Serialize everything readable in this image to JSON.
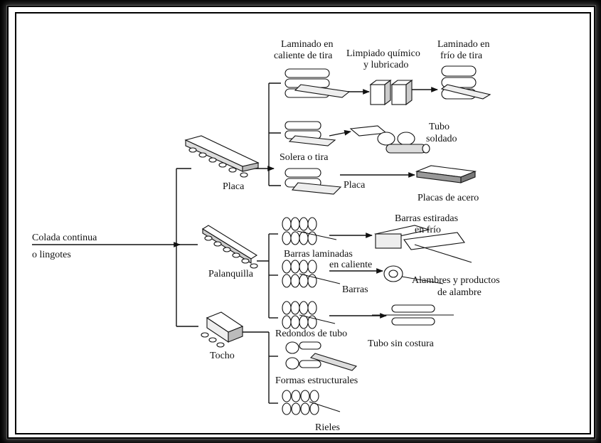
{
  "diagram": {
    "input": [
      "Colada continua",
      "o lingotes"
    ],
    "semis": {
      "placa": "Placa",
      "palanquilla": "Palanquilla",
      "tocho": "Tocho"
    },
    "placa_products": {
      "laminado_caliente": [
        "Laminado en",
        "caliente de tira"
      ],
      "limpiado": [
        "Limpiado químico",
        "y lubricado"
      ],
      "laminado_frio": [
        "Laminado en",
        "frío de tira"
      ],
      "tubo_soldado": [
        "Tubo",
        "soldado"
      ],
      "solera": "Solera o tira",
      "placa_roll": "Placa",
      "placas_acero": "Placas de acero"
    },
    "palanquilla_products": {
      "barras_estiradas": [
        "Barras estiradas",
        "en frío"
      ],
      "barras_laminadas": [
        "Barras laminadas",
        "en caliente"
      ],
      "alambres": [
        "Alambres y productos",
        "de alambre"
      ],
      "barras": "Barras",
      "redondos": "Redondos de tubo",
      "tubo_sin_costura": "Tubo sin costura"
    },
    "tocho_products": {
      "formas": "Formas estructurales",
      "rieles": "Rieles"
    }
  }
}
